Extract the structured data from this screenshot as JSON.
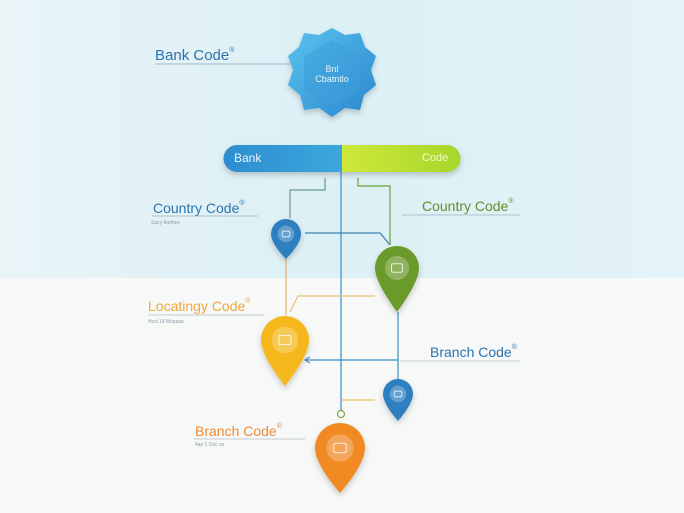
{
  "colors": {
    "blue": "#2f7fbf",
    "green": "#6a9a2a",
    "orange": "#f08a24",
    "yellow": "#f4b81c",
    "lime": "#b5dc2a"
  },
  "header": {
    "title": "Bank Code",
    "mark": "®"
  },
  "badge": {
    "line1": "Bnl",
    "line2": "Cbatntlo"
  },
  "bar": {
    "left": "Bank",
    "right": "Code"
  },
  "labels": [
    {
      "title": "Country Code",
      "mark": "®",
      "subtitle": "Sacy thethes"
    },
    {
      "title": "Country Code",
      "mark": "®"
    },
    {
      "title": "Locatingy Code",
      "mark": "®",
      "subtitle": "Hcsl 18 Mcpaas"
    },
    {
      "title": "Branch Code",
      "mark": "®"
    },
    {
      "title": "Branch Code",
      "mark": "®",
      "subtitle": "4ay 1 Ooc ss"
    }
  ],
  "pins": [
    {
      "color": "blue",
      "icon": "building-icon"
    },
    {
      "color": "green",
      "icon": "bank-card-icon"
    },
    {
      "color": "yellow",
      "icon": "bank-card-icon"
    },
    {
      "color": "blue",
      "icon": "fingerprint-icon"
    },
    {
      "color": "orange",
      "icon": "bank-card-icon"
    }
  ]
}
